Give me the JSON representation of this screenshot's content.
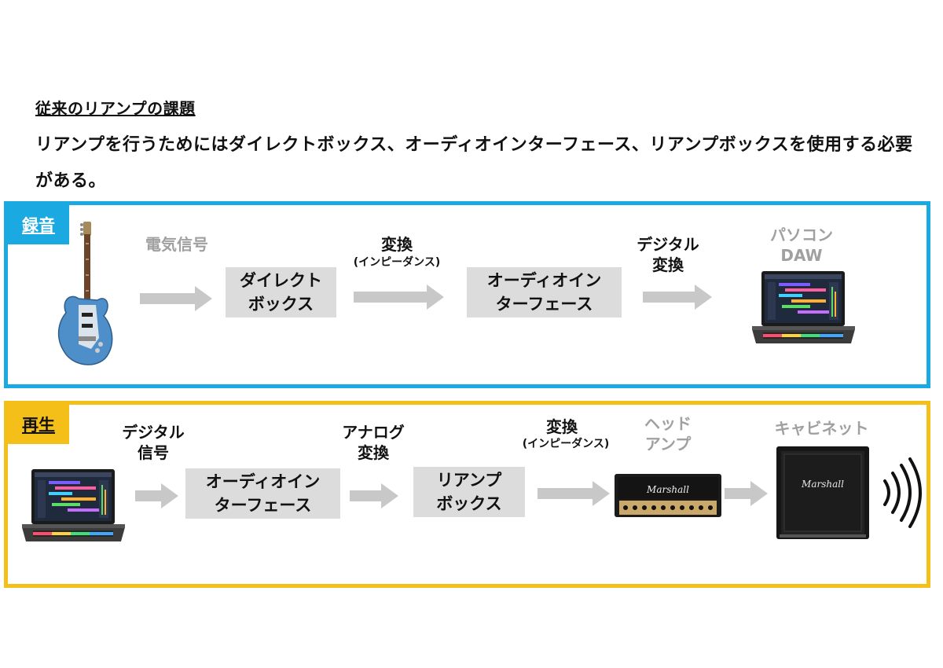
{
  "header": {
    "title": "従来のリアンプの課題",
    "description": "リアンプを行うためにはダイレクトボックス、オーディオインターフェース、リアンプボックスを使用する必要がある。"
  },
  "recording": {
    "tag": "録音",
    "label_signal": "電気信号",
    "box1": "ダイレクト\nボックス",
    "label_convert": "変換",
    "label_impedance": "(インピーダンス)",
    "box2": "オーディオイン\nターフェース",
    "label_digital": "デジタル\n変換",
    "label_pc": "パソコン\nDAW"
  },
  "playback": {
    "tag": "再生",
    "label_digital_signal": "デジタル\n信号",
    "box1": "オーディオイン\nターフェース",
    "label_analog": "アナログ\n変換",
    "box2": "リアンプ\nボックス",
    "label_convert": "変換",
    "label_impedance": "(インピーダンス)",
    "label_head": "ヘッド\nアンプ",
    "label_cabinet": "キャビネット"
  },
  "images": {
    "amp_logo": "Marshall",
    "cab_logo": "Marshall"
  },
  "colors": {
    "recording_border": "#1aa9e1",
    "playback_border": "#f5bf1a",
    "box_fill": "#dcdcdc",
    "arrow": "#c8c8c8",
    "muted_label": "#a0a0a0"
  }
}
